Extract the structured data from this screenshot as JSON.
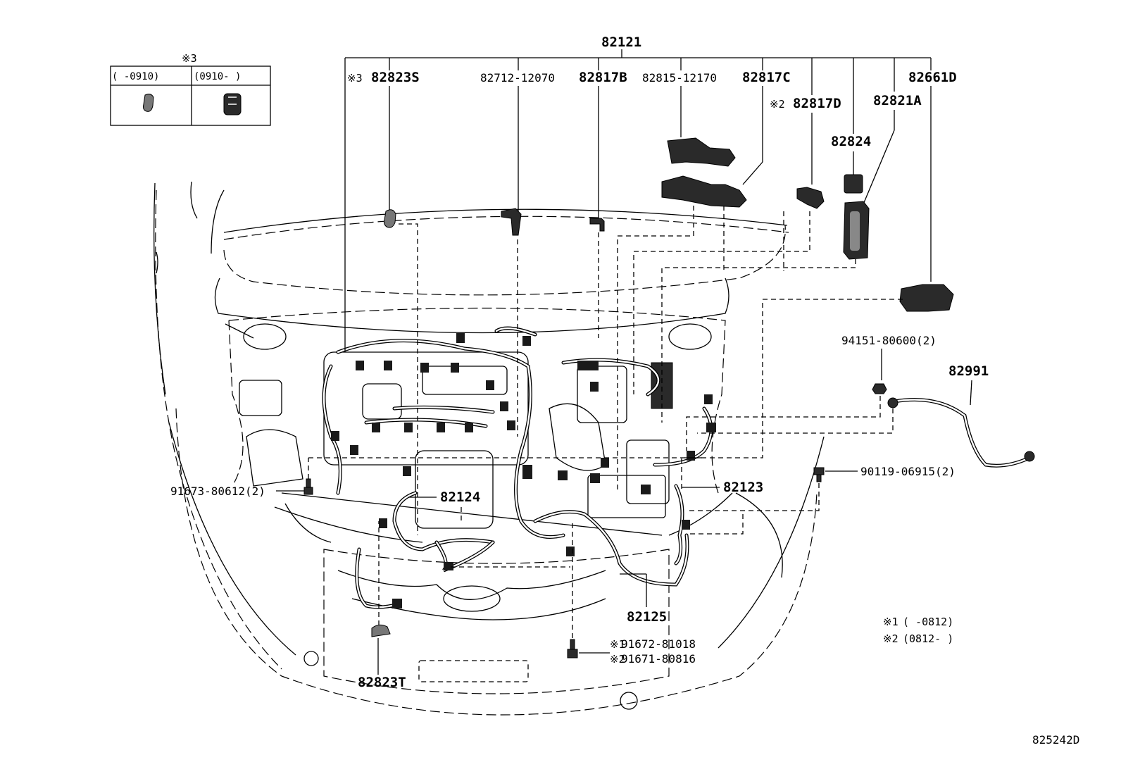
{
  "diagram": {
    "inset": {
      "note_mark": "※3",
      "col1": "(      -0910)",
      "col2": "(0910-      )"
    },
    "labels": {
      "p82121": "82121",
      "p82823S_mark": "※3",
      "p82823S": "82823S",
      "p82712": "82712-12070",
      "p82817B": "82817B",
      "p82815": "82815-12170",
      "p82817C": "82817C",
      "p82817D_mark": "※2",
      "p82817D": "82817D",
      "p82661D": "82661D",
      "p82821A": "82821A",
      "p82824": "82824",
      "p94151": "94151-80600(2)",
      "p82991": "82991",
      "p90119": "90119-06915(2)",
      "p82123": "82123",
      "p91673": "91673-80612(2)",
      "p82124": "82124",
      "p82125": "82125",
      "p91672_mark": "※1",
      "p91672": "91672-81018",
      "p91671_mark": "※2",
      "p91671": "91671-80816",
      "p82823T": "82823T"
    },
    "notes": {
      "n1_mark": "※1",
      "n1": "(      -0812)",
      "n2_mark": "※2",
      "n2": "(0812-      )"
    },
    "figure_code": "825242D"
  }
}
